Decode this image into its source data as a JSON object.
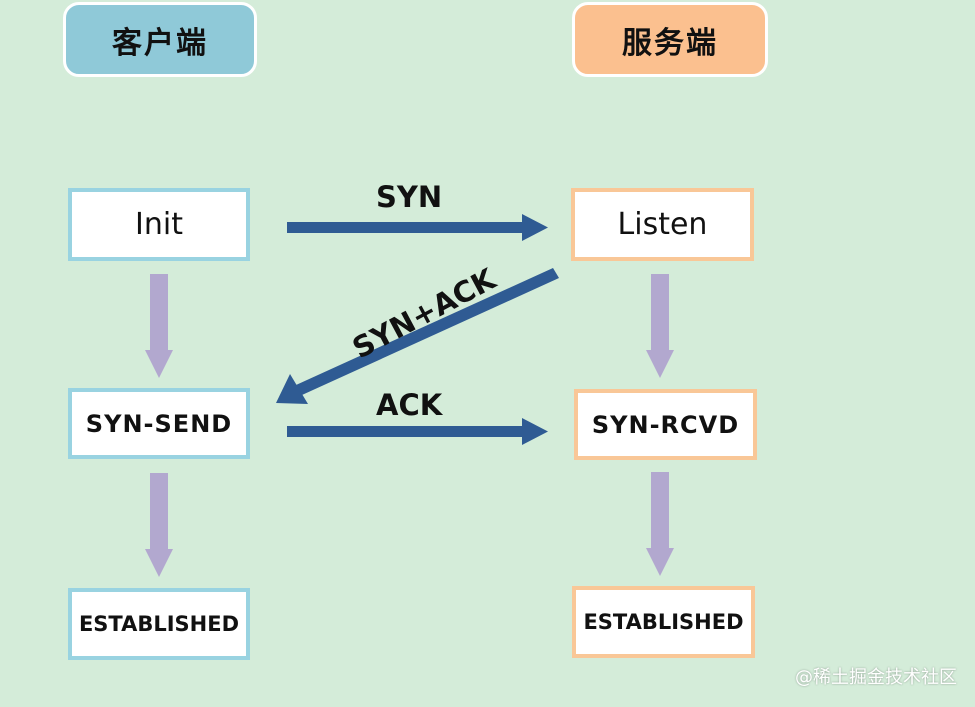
{
  "headers": {
    "client": "客户端",
    "server": "服务端"
  },
  "client_states": [
    "Init",
    "SYN-SEND",
    "ESTABLISHED"
  ],
  "server_states": [
    "Listen",
    "SYN-RCVD",
    "ESTABLISHED"
  ],
  "messages": {
    "syn": "SYN",
    "syn_ack": "SYN+ACK",
    "ack": "ACK"
  },
  "watermark": "@稀土掘金技术社区",
  "colors": {
    "background": "#d4ecd9",
    "client_header": "#8fc9d8",
    "server_header": "#fbc08f",
    "client_border": "#99d3e1",
    "server_border": "#f9c797",
    "message_arrow": "#2f5b93",
    "state_arrow": "#b2a8cf"
  }
}
